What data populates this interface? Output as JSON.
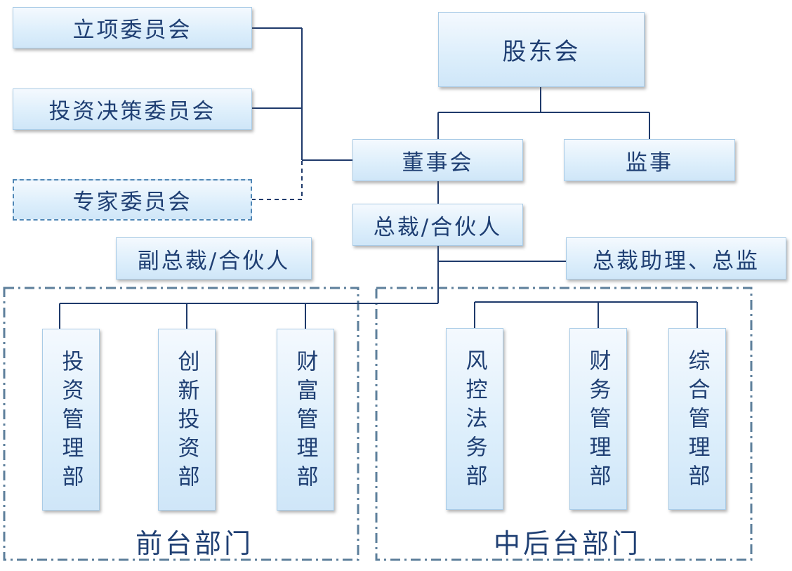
{
  "committees": {
    "project": "立项委员会",
    "investment_decision": "投资决策委员会",
    "expert": "专家委员会"
  },
  "top": {
    "shareholders": "股东会",
    "board": "董事会",
    "supervisor": "监事",
    "president": "总裁/合伙人",
    "vice_president": "副总裁/合伙人",
    "assistants": "总裁助理、总监"
  },
  "front_office": {
    "title": "前台部门",
    "departments": [
      "投资管理部",
      "创新投资部",
      "财富管理部"
    ]
  },
  "back_office": {
    "title": "中后台部门",
    "departments": [
      "风控法务部",
      "财务管理部",
      "综合管理部"
    ]
  },
  "colors": {
    "text": "#1f3f73",
    "line": "#1f3a6b",
    "frame": "#5d7f9b",
    "box_top": "#f4f9fe",
    "box_bottom": "#cfe6f8"
  }
}
